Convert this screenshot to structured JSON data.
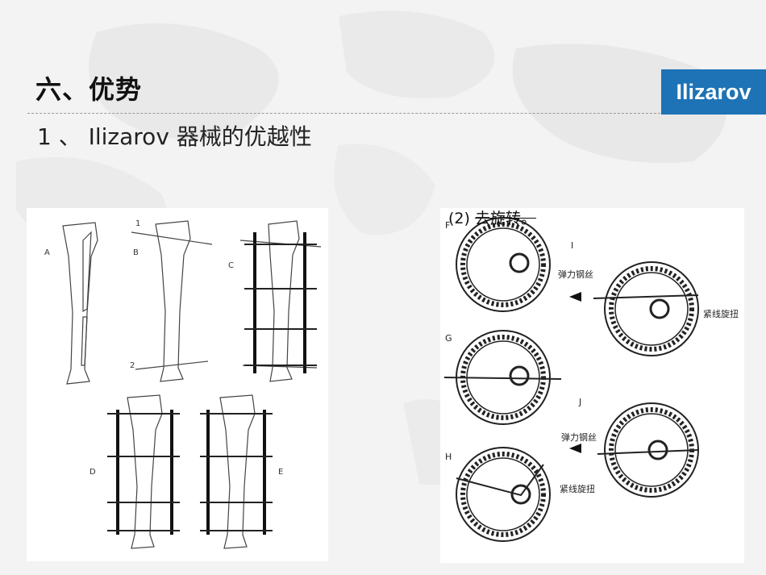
{
  "slide": {
    "title": "六、优势",
    "badge": "Ilizarov",
    "subtitle": "1 、 Ilizarov 器械的优越性",
    "caption_prefix": "(2) ",
    "caption_struck": "去旋转。"
  },
  "left_figure": {
    "labels": [
      "A",
      "B",
      "C",
      "D",
      "E"
    ],
    "wire_number_1": "1",
    "wire_number_2": "2"
  },
  "right_figure": {
    "labels": [
      "F",
      "I",
      "G",
      "J",
      "H"
    ],
    "annotation_wire_top": "弹力钢丝",
    "annotation_twist_top": "紧线旋扭",
    "annotation_wire_bottom": "弹力钢丝",
    "annotation_twist_bottom": "紧线旋扭"
  }
}
